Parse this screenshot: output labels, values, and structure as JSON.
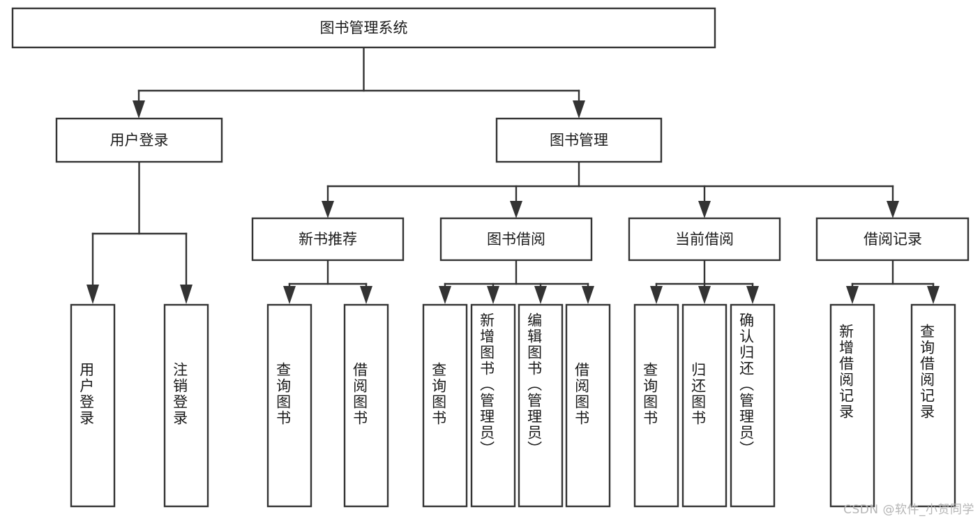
{
  "diagram": {
    "title": "图书管理系统",
    "watermark": "CSDN @软件_小贺同学",
    "colors": {
      "stroke": "#333333",
      "box_fill": "#ffffff",
      "text": "#1a1a1a",
      "watermark": "#b5b5b5",
      "background": "#ffffff"
    },
    "nodes": {
      "root": {
        "label": "图书管理系统"
      },
      "level2": [
        {
          "id": "user-login",
          "label": "用户登录"
        },
        {
          "id": "book-manage",
          "label": "图书管理"
        }
      ],
      "level3": [
        {
          "id": "new-book-rec",
          "label": "新书推荐"
        },
        {
          "id": "book-borrow",
          "label": "图书借阅"
        },
        {
          "id": "current-borrow",
          "label": "当前借阅"
        },
        {
          "id": "borrow-record",
          "label": "借阅记录"
        }
      ],
      "leaves": {
        "user-login": [
          {
            "id": "leaf-user-login",
            "label": "用户登录"
          },
          {
            "id": "leaf-user-logout",
            "label": "注销登录"
          }
        ],
        "new-book-rec": [
          {
            "id": "leaf-query-book-1",
            "label": "查询图书"
          },
          {
            "id": "leaf-borrow-book-1",
            "label": "借阅图书"
          }
        ],
        "book-borrow": [
          {
            "id": "leaf-query-book-2",
            "label": "查询图书"
          },
          {
            "id": "leaf-add-book",
            "label": "新增图书（管理员）"
          },
          {
            "id": "leaf-edit-book",
            "label": "编辑图书（管理员）"
          },
          {
            "id": "leaf-borrow-book-2",
            "label": "借阅图书"
          }
        ],
        "current-borrow": [
          {
            "id": "leaf-query-book-3",
            "label": "查询图书"
          },
          {
            "id": "leaf-return-book",
            "label": "归还图书"
          },
          {
            "id": "leaf-confirm-return",
            "label": "确认归还（管理员）"
          }
        ],
        "borrow-record": [
          {
            "id": "leaf-add-record",
            "label": "新增借阅记录"
          },
          {
            "id": "leaf-query-record",
            "label": "查询借阅记录"
          }
        ]
      }
    }
  }
}
